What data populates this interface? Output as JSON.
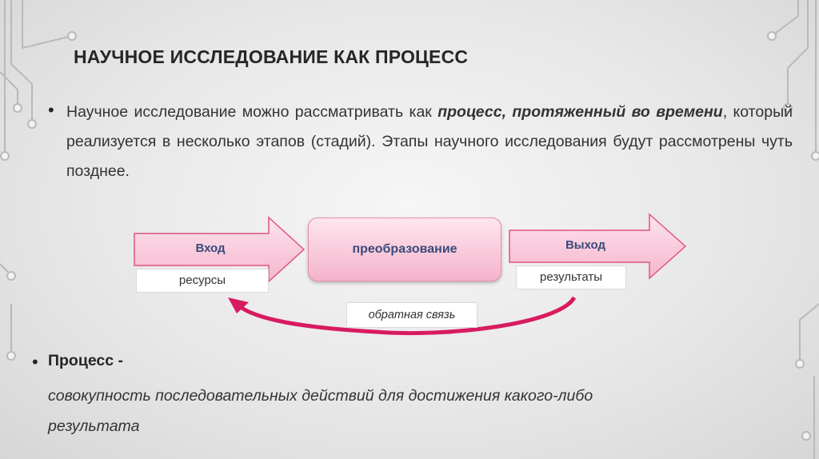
{
  "slide": {
    "title": "НАУЧНОЕ ИССЛЕДОВАНИЕ КАК ПРОЦЕСС",
    "paragraph": {
      "part1": "Научное исследование можно рассматривать как ",
      "emphasis": "процесс, протяженный во времени",
      "part2": ", который реализуется в несколько этапов (стадий). Этапы научного исследования будут рассмотрены чуть позднее."
    }
  },
  "diagram": {
    "input": {
      "title": "Вход",
      "label": "ресурсы"
    },
    "transform": {
      "title": "преобразование"
    },
    "output": {
      "title": "Выход",
      "label": "результаты"
    },
    "feedback": {
      "label": "обратная связь"
    },
    "colors": {
      "arrow_fill": "#f7c1d5",
      "arrow_stroke": "#e0547f",
      "feedback_arrow": "#d81b60"
    }
  },
  "definition": {
    "term": "Процесс -",
    "text": "совокупность последовательных действий для достижения какого-либо результата"
  },
  "bullet_glyph": "•"
}
